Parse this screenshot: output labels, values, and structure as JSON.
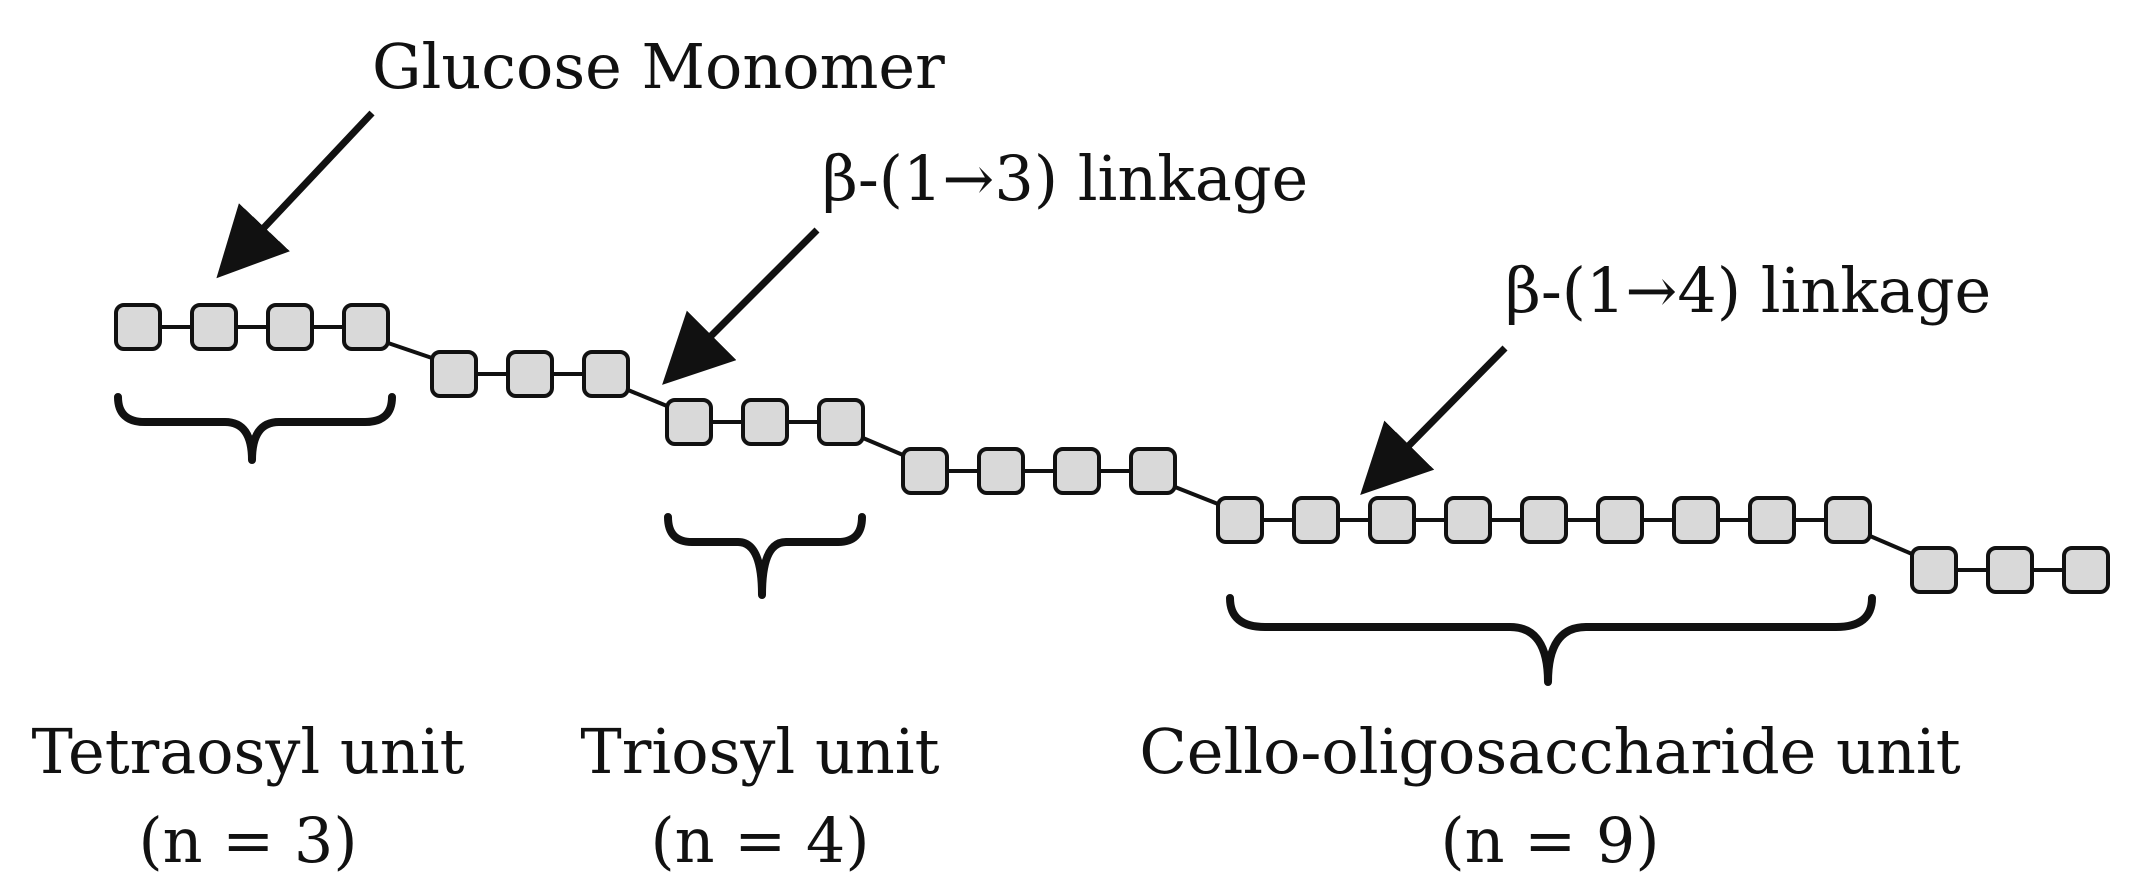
{
  "callouts": {
    "glucose_monomer": "Glucose Monomer",
    "beta_1_3_linkage": "β-(1→3) linkage",
    "beta_1_4_linkage": "β-(1→4) linkage"
  },
  "units": [
    {
      "name": "Tetraosyl unit",
      "n_label": "(n = 3)"
    },
    {
      "name": "Triosyl unit",
      "n_label": "(n = 4)"
    },
    {
      "name": "Cello-oligosaccharide unit",
      "n_label": "(n = 9)"
    }
  ],
  "chain_segments": [
    4,
    3,
    3,
    4,
    9,
    3
  ],
  "colors": {
    "monomer_fill": "#d9d9d9",
    "stroke": "#111111"
  }
}
